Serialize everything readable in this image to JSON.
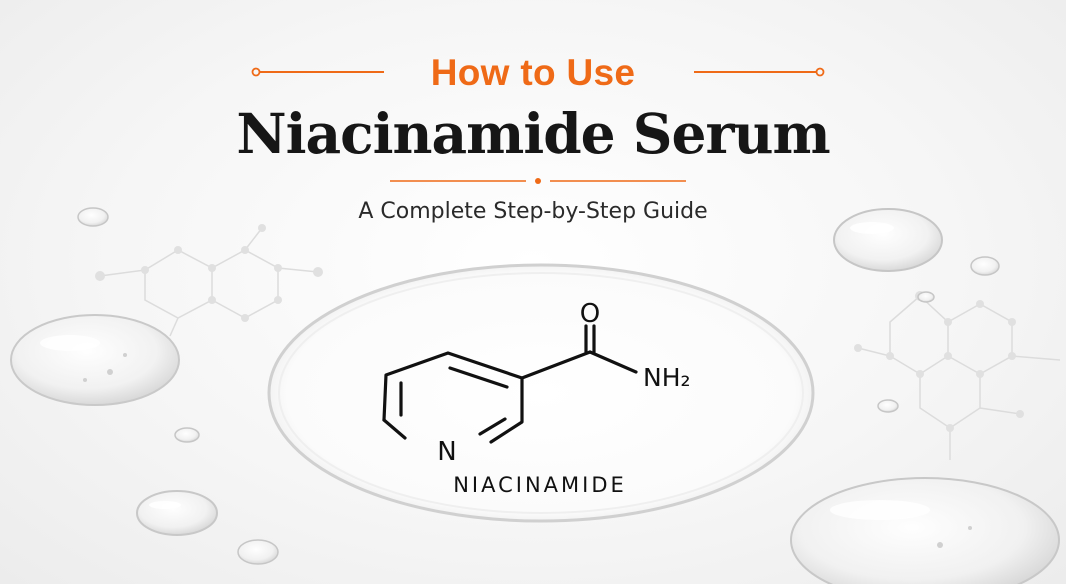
{
  "heading": {
    "kicker": "How to Use",
    "title": "Niacinamide Serum",
    "subtitle": "A Complete Step-by-Step Guide"
  },
  "molecule": {
    "atom_n_ring": "N",
    "atom_o": "O",
    "group_nh2": "NH₂",
    "caption": "NIACINAMIDE"
  },
  "colors": {
    "accent": "#ef6a17",
    "title": "#161616",
    "text": "#2a2a2a",
    "background": "#f6f6f6"
  }
}
